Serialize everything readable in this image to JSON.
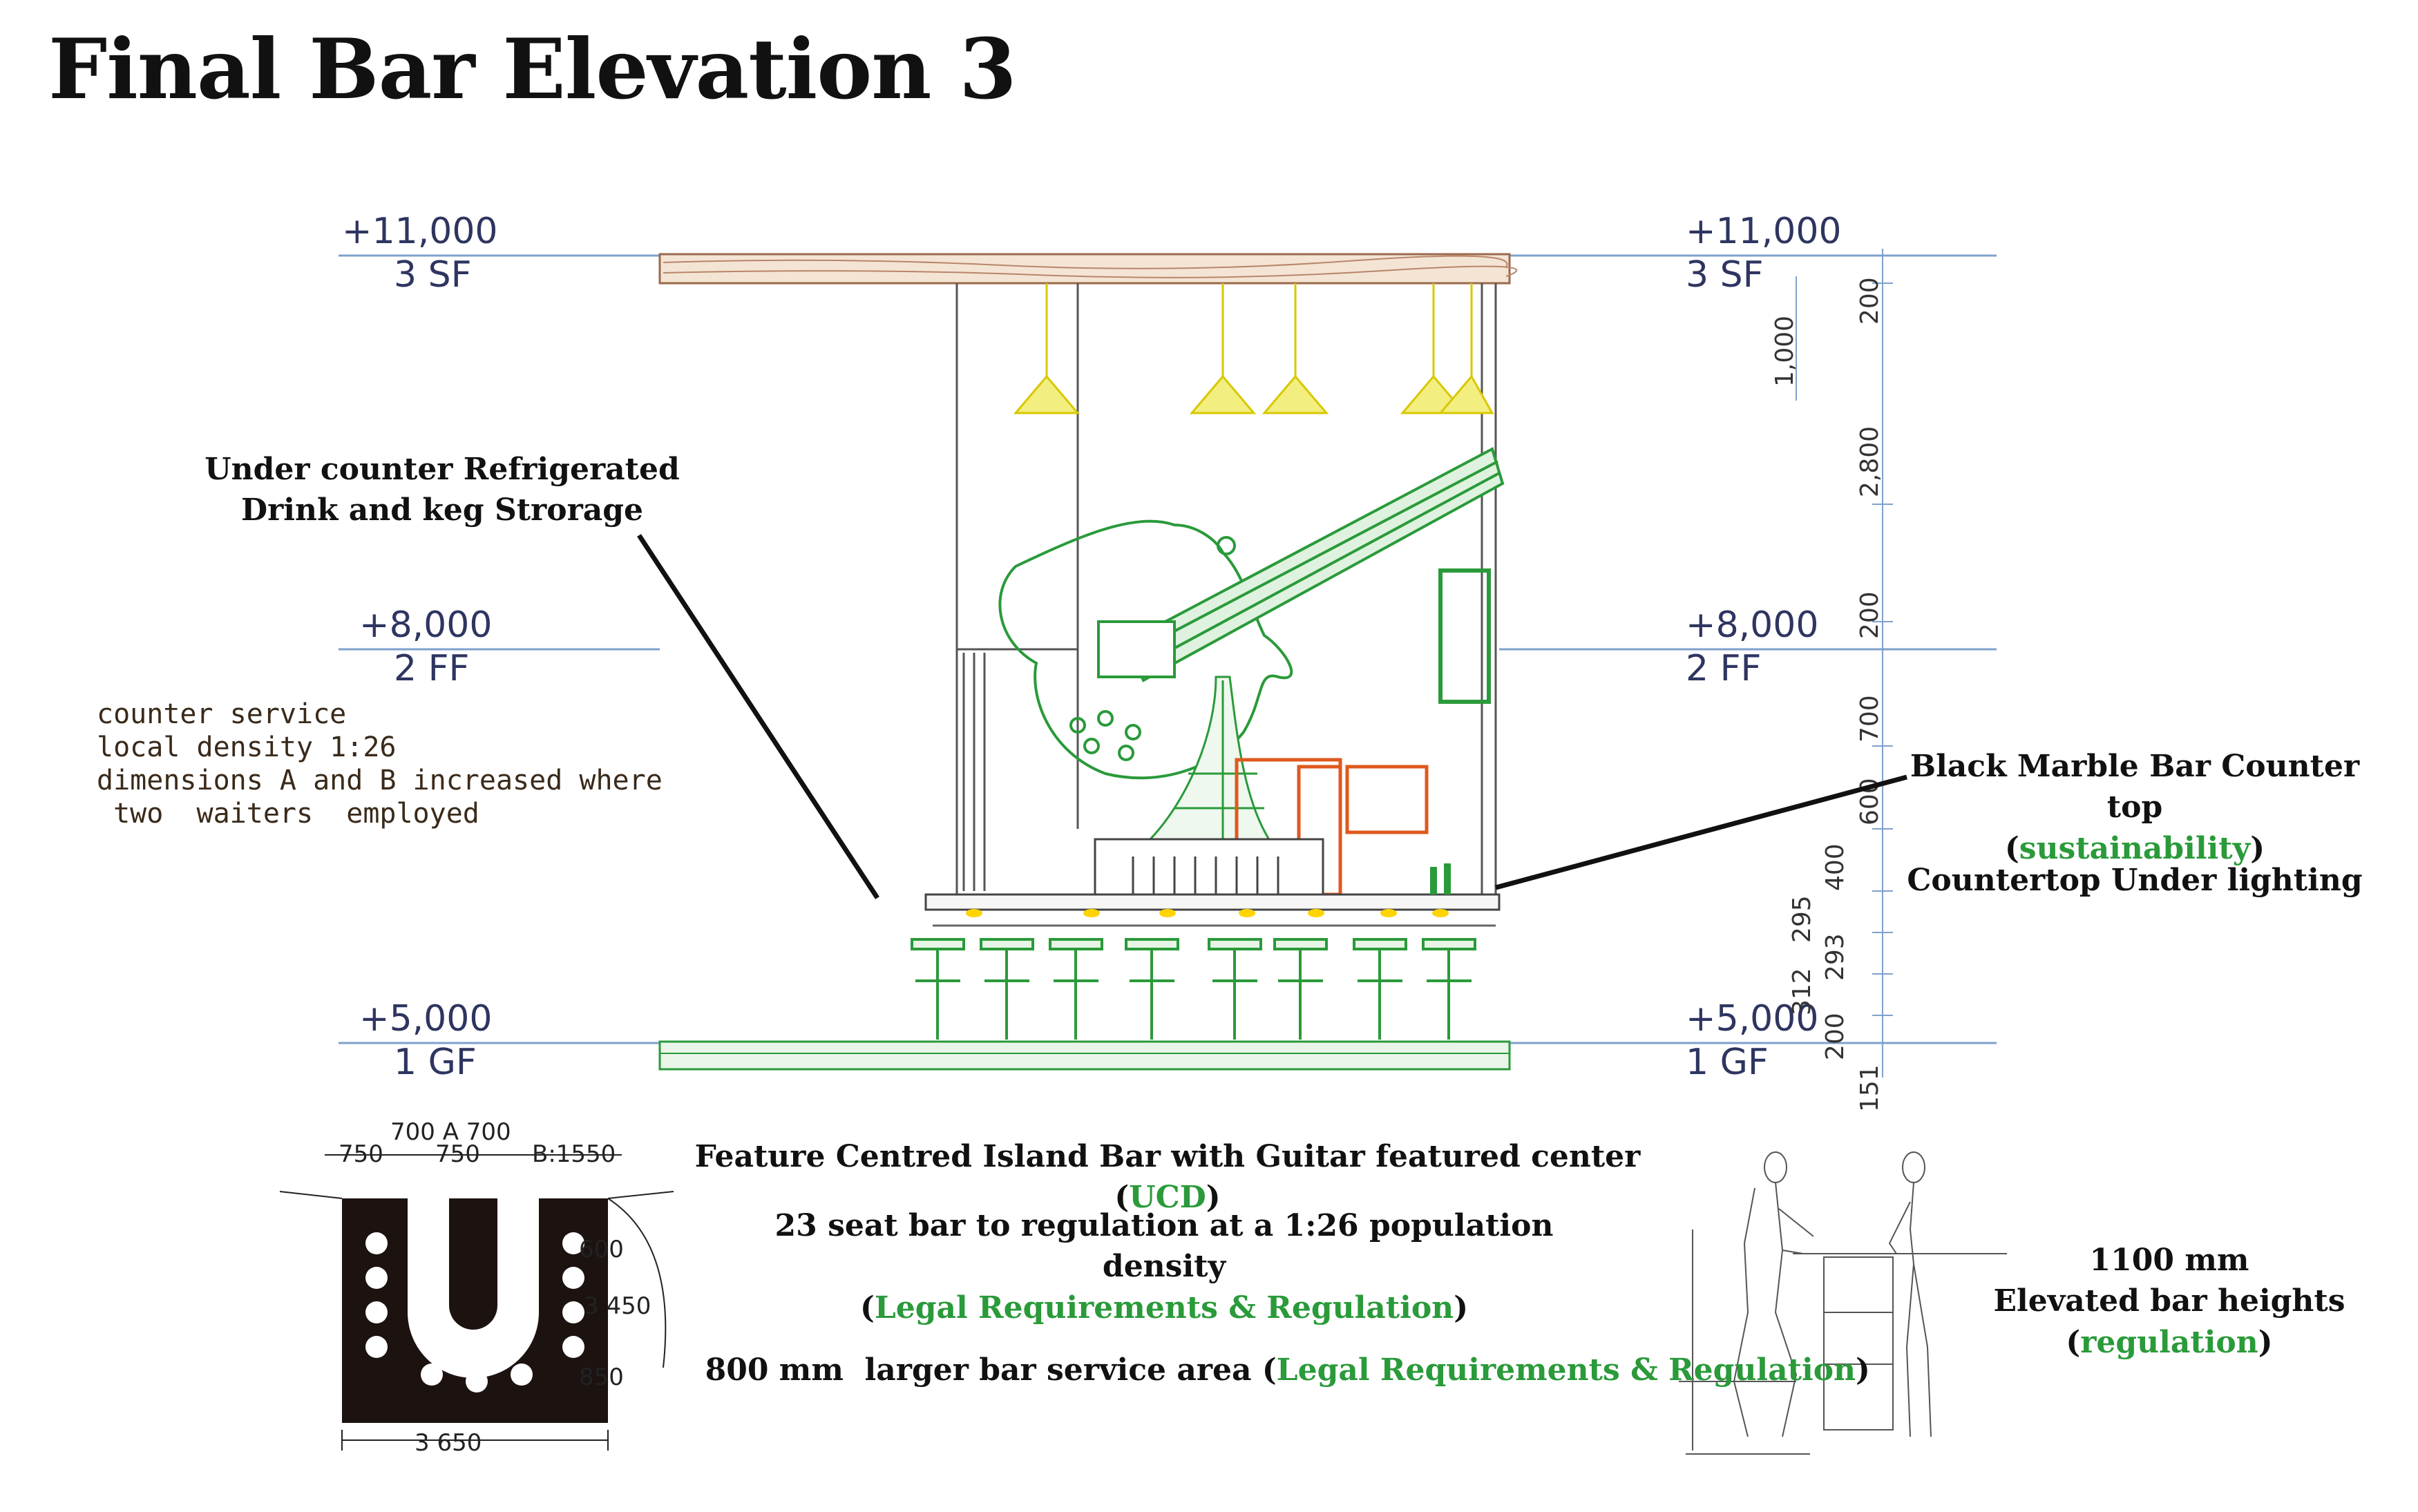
{
  "title": "Final Bar Elevation 3",
  "levels": [
    {
      "elev": "+11,000",
      "name": "3 SF"
    },
    {
      "elev": "+8,000",
      "name": "2 FF"
    },
    {
      "elev": "+5,000",
      "name": "1 GF"
    }
  ],
  "right_dims": [
    "200",
    "1,000",
    "2,800",
    "200",
    "700",
    "600",
    "400",
    "295",
    "293",
    "312",
    "200",
    "151"
  ],
  "notes": {
    "refrigerated": "Under counter Refrigerated Drink and keg Strorage",
    "counter_top": "Black Marble Bar Counter top",
    "counter_top_tag": "sustainability",
    "under_lighting": "Countertop Under lighting",
    "feature": "Feature Centred Island Bar with Guitar featured center",
    "feature_tag": "UCD",
    "seats": "23 seat bar to regulation at a 1:26 population density",
    "seats_tag": "Legal Requirements & Regulation",
    "service": "800 mm  larger bar service area",
    "service_tag": "Legal Requirements & Regulation",
    "height_value": "1100 mm",
    "height_label": "Elevated bar heights",
    "height_tag": "regulation"
  },
  "handwritten": [
    "counter service",
    "local density 1:26",
    "dimensions  A  and B  increased  where",
    " two  waiters  employed"
  ],
  "plan_dims": {
    "top_a": "700 A 700",
    "top_row": [
      "750",
      "750",
      "B:1550"
    ],
    "right": [
      "600",
      "3 450",
      "850"
    ],
    "bottom": "3 650"
  },
  "colors": {
    "level_line": "#7ea1cc",
    "level_text": "#2e3560",
    "guitar": "#2a9a3a",
    "lamp": "#e8e000",
    "shelf": "#e0591e",
    "note_tag": "#2a9a3a"
  }
}
